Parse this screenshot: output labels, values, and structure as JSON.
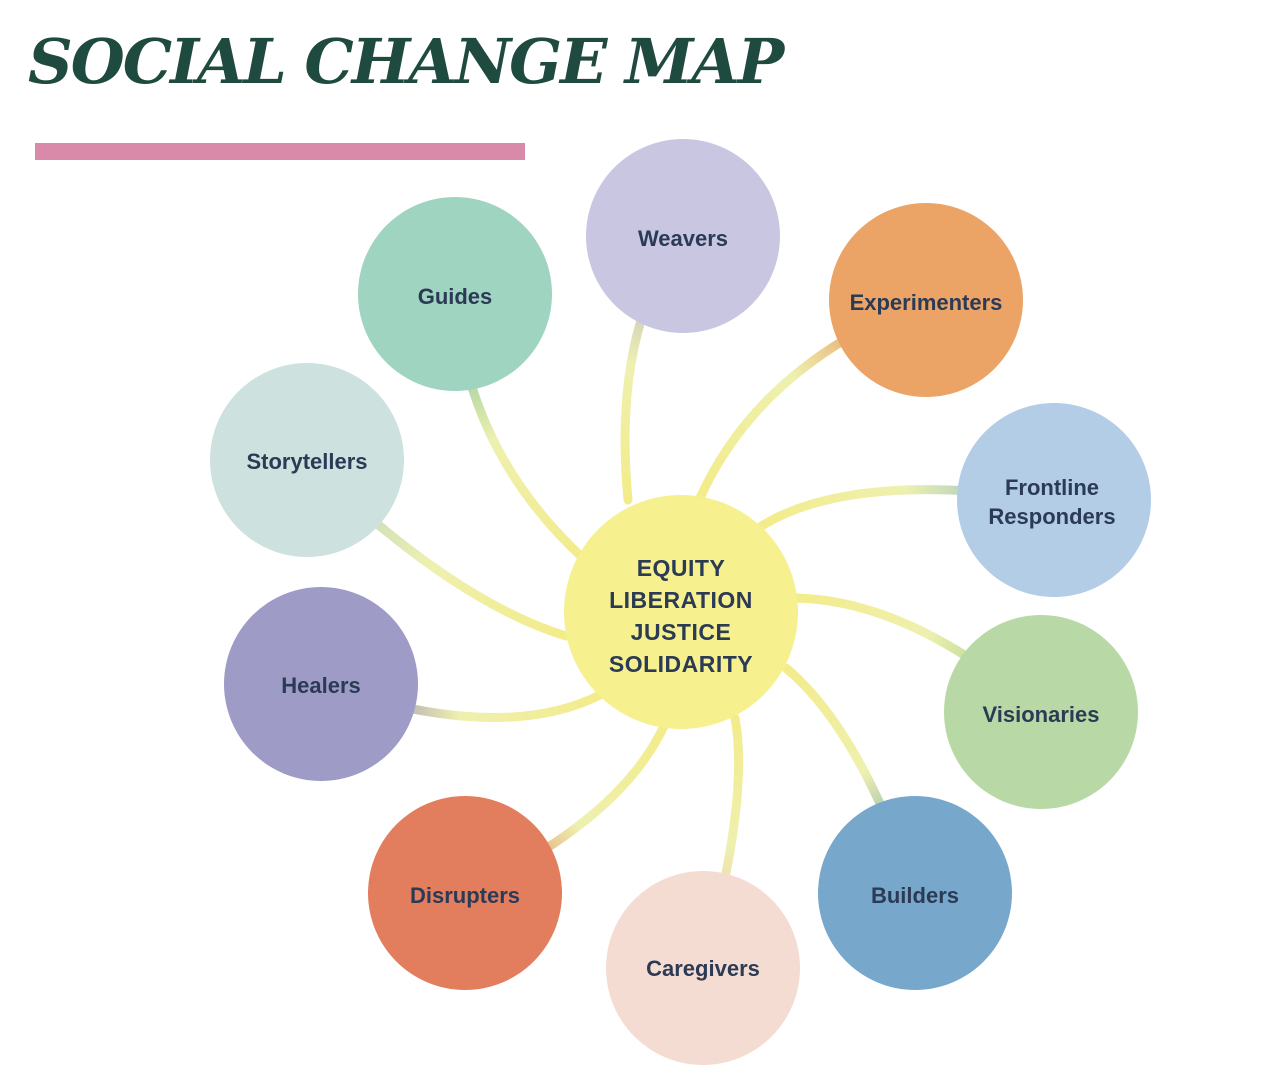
{
  "title": "SOCIAL CHANGE MAP",
  "colors": {
    "title": "#1f4a3f",
    "underline": "#d88aa8",
    "center": "#f7f08f",
    "label": "#2b3a55"
  },
  "center": {
    "lines": [
      "EQUITY",
      "LIBERATION",
      "JUSTICE",
      "SOLIDARITY"
    ]
  },
  "nodes": [
    {
      "id": "weavers",
      "label": [
        "Weavers"
      ],
      "color": "#c9c6e2",
      "motif_color": "#a49ccf",
      "icon": "weave-icon"
    },
    {
      "id": "experimenters",
      "label": [
        "Experimenters"
      ],
      "color": "#eba465",
      "motif_color": "#e0733a",
      "icon": "step-icon"
    },
    {
      "id": "frontline-responders",
      "label": [
        "Frontline",
        "Responders"
      ],
      "color": "#b3cde6",
      "motif_color": "#76aed2",
      "icon": "asterisk-icon"
    },
    {
      "id": "visionaries",
      "label": [
        "Visionaries"
      ],
      "color": "#b8d8a6",
      "motif_color": "#86c27e",
      "icon": "arrow-icon"
    },
    {
      "id": "builders",
      "label": [
        "Builders"
      ],
      "color": "#78a7cc",
      "motif_color": "#3f7fb8",
      "icon": "frame-icon"
    },
    {
      "id": "caregivers",
      "label": [
        "Caregivers"
      ],
      "color": "#f5dcd2",
      "motif_color": "#f2bfa9",
      "icon": "nest-icon"
    },
    {
      "id": "disrupters",
      "label": [
        "Disrupters"
      ],
      "color": "#e27e5e",
      "motif_color": "#d9533d",
      "icon": "triangle-icon"
    },
    {
      "id": "healers",
      "label": [
        "Healers"
      ],
      "color": "#9e9cc7",
      "motif_color": "#6b5eb8",
      "icon": "loop-icon"
    },
    {
      "id": "storytellers",
      "label": [
        "Storytellers"
      ],
      "color": "#cde1df",
      "motif_color": "#a6cdc8",
      "icon": "hand-icon"
    },
    {
      "id": "guides",
      "label": [
        "Guides"
      ],
      "color": "#9fd4c1",
      "motif_color": "#5bb692",
      "icon": "zigzag-icon"
    }
  ]
}
